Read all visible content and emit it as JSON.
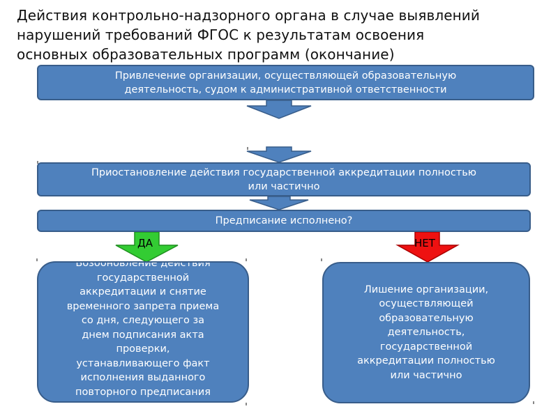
{
  "title": {
    "lines": [
      "Действия контрольно-надзорного органа в случае выявлений",
      "нарушений требований ФГОС к результатам освоения",
      "основных образовательных программ (окончание)"
    ]
  },
  "steps": [
    {
      "lines": [
        "Привлечение организации, осуществляющей образовательную",
        "деятельность, судом  к административной ответственности"
      ]
    },
    {
      "lines": [
        "Приостановление действия государственной аккредитации полностью",
        "или частично"
      ]
    },
    {
      "lines": [
        "Предписание исполнено?"
      ]
    }
  ],
  "branches": {
    "yes": {
      "label": "ДА",
      "color": "#33cc33",
      "lines": [
        "Возобновление действия",
        "государственной",
        "аккредитации и снятие",
        "временного запрета приема",
        "со дня, следующего за",
        "днем подписания акта",
        "проверки,",
        "устанавливающего факт",
        "исполнения выданного",
        "повторного предписания"
      ]
    },
    "no": {
      "label": "НЕТ",
      "color": "#ee1111",
      "lines": [
        "Лишение организации,",
        "осуществляющей",
        "образовательную",
        "деятельность,",
        "государственной",
        "аккредитации полностью",
        "или частично"
      ]
    }
  },
  "colors": {
    "box_fill": "#4f81bd",
    "box_border": "#385d8a"
  }
}
